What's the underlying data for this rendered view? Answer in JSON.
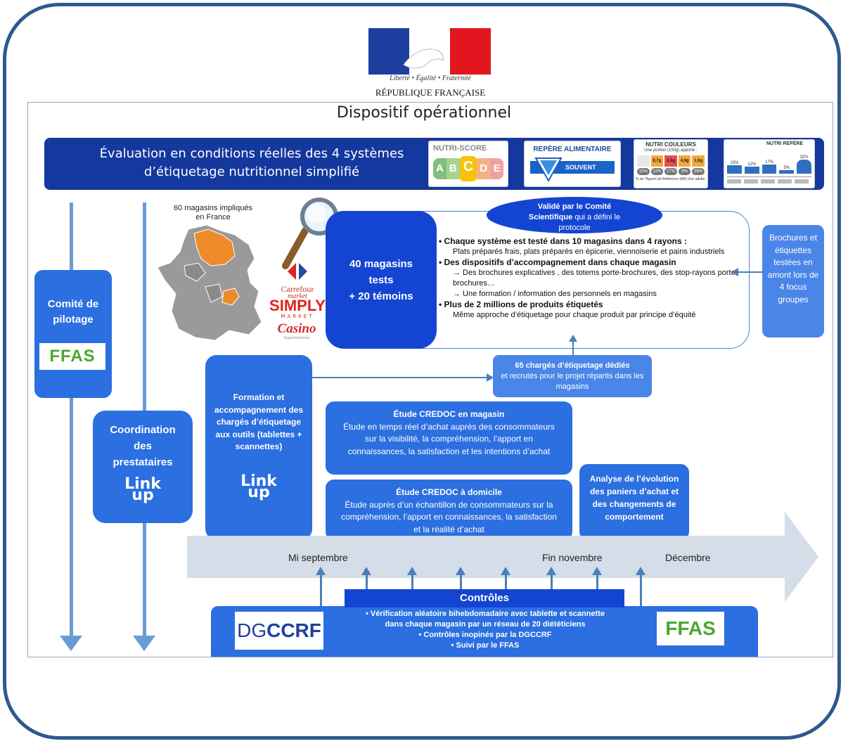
{
  "republique": {
    "motto": "Liberté • Égalité • Fraternité",
    "name": "RÉPUBLIQUE FRANÇAISE"
  },
  "title": "Dispositif opérationnel",
  "header": {
    "line1": "Évaluation en conditions réelles des 4 systèmes",
    "line2": "d’étiquetage nutritionnel simplifié",
    "labels": {
      "nutriscore": "NUTRI-SCORE",
      "nutriscore_letters": [
        "A",
        "B",
        "C",
        "D",
        "E"
      ],
      "repere": "REPÈRE ALIMENTAIRE",
      "repere_value": "SOUVENT",
      "couleurs": "NUTRI COULEURS",
      "couleurs_sub": "Une portion (150g) apporte :",
      "couleurs_values": [
        "8,7g",
        "3,5g",
        "4,9g",
        "1,6g"
      ],
      "couleurs_pcts": [
        "15%",
        "12%",
        "17%",
        "9%",
        "26%"
      ],
      "couleurs_note": "% de l'Apport de Référence (AR) d'un adulte",
      "repere2": "NUTRI REPÈRE",
      "repere2_pcts": [
        "15%",
        "12%",
        "17%",
        "5%",
        "32%"
      ]
    }
  },
  "map": {
    "caption_line1": "60 magasins impliqués",
    "caption_line2": "en France"
  },
  "retailers": {
    "carrefour": "Carrefour",
    "carrefour_sub": "market",
    "simply": "SIMPLY",
    "simply_sub": "MARKET",
    "casino": "Casino",
    "casino_sub": "Supermarchés"
  },
  "stores_box": {
    "line1": "40 magasins",
    "line2": "tests",
    "line3": "+ 20 témoins"
  },
  "validated": {
    "line1_plain": "Validé par le Comité",
    "line2_bold": "Scientifique",
    "line2_rest": " qui a défini le",
    "line3": "protocole"
  },
  "protocol": {
    "b1": "• Chaque système est testé dans 10 magasins dans 4 rayons :",
    "b1_detail": "Plats préparés frais, plats préparés en épicerie, viennoiserie et pains industriels",
    "b2": "• Des dispositifs d’accompagnement dans chaque magasin",
    "b2_detail1": "→ Des brochures explicatives , des totems porte-brochures, des stop-rayons porte-brochures…",
    "b2_detail2": "→ Une formation / information des personnels en magasins",
    "b3": "• Plus de 2 millions de produits étiquetés",
    "b3_detail": "Même approche d’étiquetage pour chaque produit par principe d’équité"
  },
  "brochures": {
    "text": "Brochures et étiquettes testées en amont lors de 4 focus groupes"
  },
  "comite": {
    "label": "Comité de pilotage",
    "logo": "FFAS"
  },
  "coordination": {
    "label": "Coordination des prestataires",
    "logo_top": "Link",
    "logo_bottom": "up"
  },
  "formation": {
    "label": "Formation et accompagnement des chargés d’étiquetage aux outils (tablettes + scannettes)",
    "logo_top": "Link",
    "logo_bottom": "up"
  },
  "charges": {
    "bold": "65 chargés d’étiquetage dédiés",
    "rest": "et recrutés pour le projet répartis dans les magasins"
  },
  "credoc_magasin": {
    "title": "Étude CREDOC en magasin",
    "body": "Étude en temps réel d’achat auprès des consommateurs sur la visibilité, la compréhension, l’apport en connaissances, la satisfaction et les intentions d’achat"
  },
  "credoc_domicile": {
    "title": "Étude CREDOC à domicile",
    "body": "Étude auprès d’un échantillon de consommateurs sur la compréhension, l’apport en connaissances, la satisfaction et la réalité d’achat"
  },
  "analyse": {
    "text": "Analyse de l’évolution des paniers d’achat et des changements de comportement"
  },
  "timeline": {
    "start": "Mi septembre",
    "mid": "Fin novembre",
    "end": "Décembre"
  },
  "controles": {
    "title": "Contrôles",
    "b1a": "• Vérification aléatoire bihebdomadaire avec tablette et scannette",
    "b1b_plain": "dans chaque magasin par ",
    "b1b_bold": "un réseau de 20 diététiciens",
    "b2_plain": "• Contrôles inopinés par ",
    "b2_bold": "la DGCCRF",
    "b3_plain": "• Suivi par le ",
    "b3_bold": "FFAS",
    "logo_left_a": "DG",
    "logo_left_b": "CCRF",
    "logo_right": "FFAS"
  },
  "colors": {
    "frame": "#2c5a8e",
    "header": "#14389e",
    "box": "#2b6fe0",
    "timeline": "#d4dde8",
    "arrow": "#6b9bd6"
  }
}
